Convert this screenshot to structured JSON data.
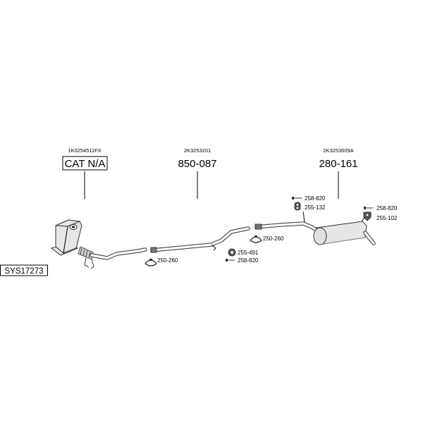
{
  "diagram_id": "SYS17273",
  "assemblies": [
    {
      "oe_number": "1K0254511FX",
      "part_number": "CAT N/A",
      "boxed": true
    },
    {
      "oe_number": "2K3253201",
      "part_number": "850-087",
      "boxed": false
    },
    {
      "oe_number": "2K3253609A",
      "part_number": "280-161",
      "boxed": false
    }
  ],
  "fittings": {
    "clamp_front": "250-260",
    "clamp_mid": "250-260",
    "rubber_mid": "255-491",
    "bolt_mid": "258-820",
    "bolt_rear_top": "258-820",
    "rubber_rear_top": "255-132",
    "bolt_rear_right": "258-820",
    "rubber_rear_right": "255-102"
  }
}
